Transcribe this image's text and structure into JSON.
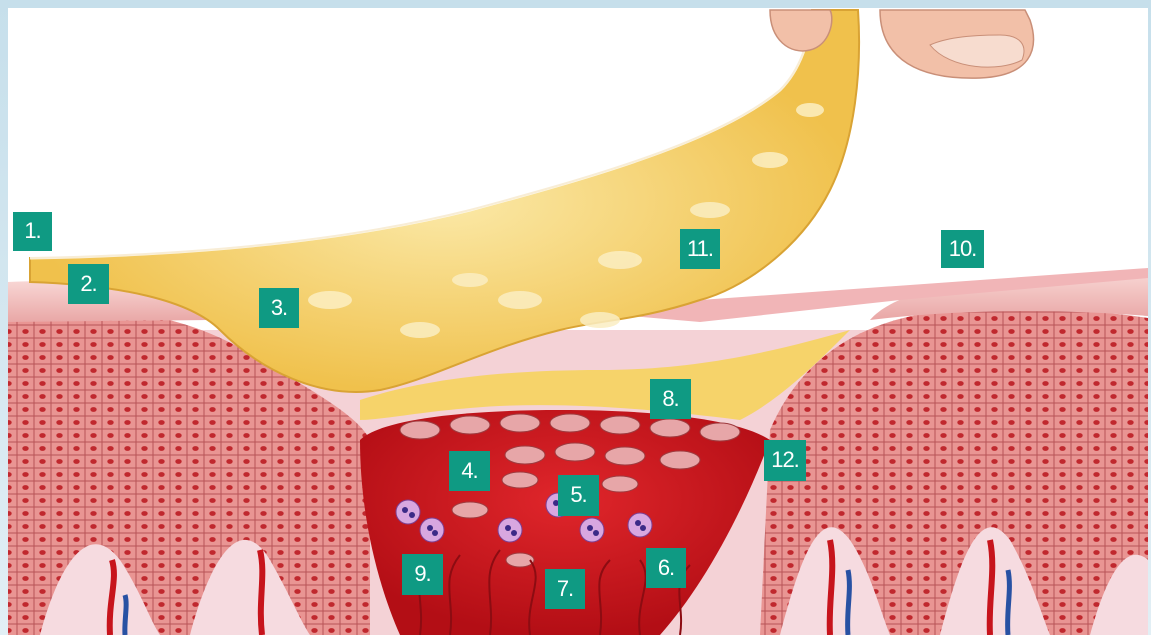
{
  "colors": {
    "label_bg": "#0f9a83",
    "label_text": "#ffffff",
    "dressing": "#f2c24a",
    "epidermis": "#e8928f",
    "cell_nucleus": "#c0282e",
    "wound_bed": "#d0141c",
    "dermis": "#f4d2d6"
  },
  "labels": [
    {
      "id": "1",
      "text": "1."
    },
    {
      "id": "2",
      "text": "2."
    },
    {
      "id": "3",
      "text": "3."
    },
    {
      "id": "4",
      "text": "4."
    },
    {
      "id": "5",
      "text": "5."
    },
    {
      "id": "6",
      "text": "6."
    },
    {
      "id": "7",
      "text": "7."
    },
    {
      "id": "8",
      "text": "8."
    },
    {
      "id": "9",
      "text": "9."
    },
    {
      "id": "10",
      "text": "10."
    },
    {
      "id": "11",
      "text": "11."
    },
    {
      "id": "12",
      "text": "12."
    }
  ]
}
